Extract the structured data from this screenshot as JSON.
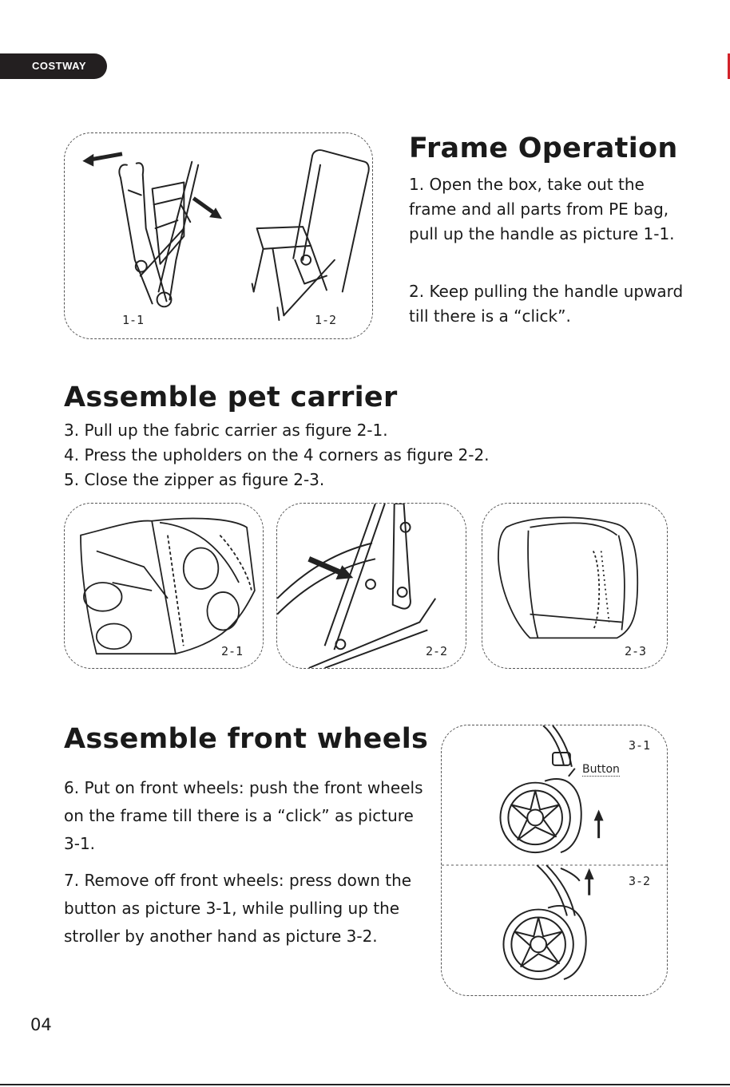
{
  "brand": "COSTWAY",
  "frame_operation": {
    "title": "Frame Operation",
    "step1": "1. Open the box, take out the frame and all parts from PE bag, pull up the handle as picture 1-1.",
    "step2": "2. Keep pulling the handle upward till there is a “click”.",
    "fig1_label": "1-1",
    "fig2_label": "1-2"
  },
  "pet_carrier": {
    "title": "Assemble pet carrier",
    "steps": [
      "3. Pull up the fabric carrier as figure 2-1.",
      "4. Press the upholders on the 4 corners as figure 2-2.",
      "5. Close the zipper as figure 2-3."
    ],
    "fig_labels": [
      "2-1",
      "2-2",
      "2-3"
    ]
  },
  "front_wheels": {
    "title": "Assemble front wheels",
    "step6": "6. Put on front wheels: push the front wheels on the frame till there is a “click” as picture 3-1.",
    "step7": "7. Remove off front wheels: press down the button as picture 3-1, while pulling up the stroller by another hand as picture 3-2.",
    "fig1_label": "3-1",
    "fig2_label": "3-2",
    "button_label": "Button"
  },
  "page_number": "04",
  "colors": {
    "brand_tab": "#231f20",
    "accent": "#d2232a",
    "text": "#1a1a1a"
  }
}
